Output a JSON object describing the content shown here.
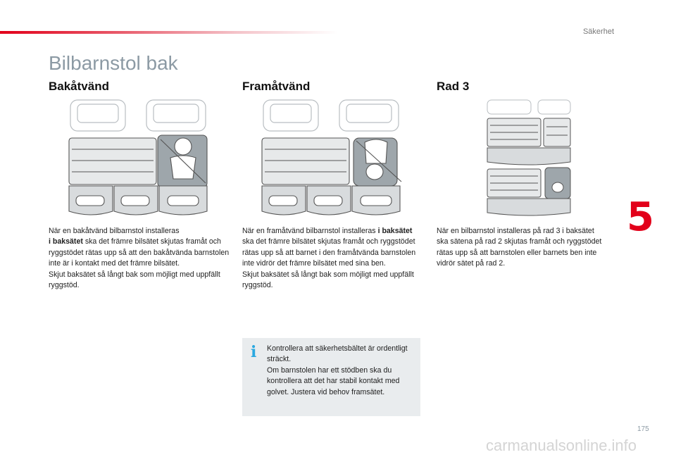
{
  "header": {
    "section_label": "Säkerhet",
    "page_title": "Bilbarnstol bak",
    "chapter_number": "5",
    "accent_color": "#e2001a"
  },
  "columns": [
    {
      "heading": "Bakåtvänd",
      "text_parts": {
        "p1_pre": "När en bakåtvänd bilbarnstol installeras",
        "p1_bold": "i baksätet",
        "p1_post": "ska det främre bilsätet skjutas framåt och ryggstödet rätas upp så att den bakåtvända barnstolen inte är i kontakt med det främre bilsätet.",
        "p2": "Skjut baksätet så långt bak som möjligt med uppfällt ryggstöd."
      }
    },
    {
      "heading": "Framåtvänd",
      "text_parts": {
        "p1_pre": "När en framåtvänd bilbarnstol installeras",
        "p1_bold": "i baksätet",
        "p1_post": "ska det främre bilsätet skjutas framåt och ryggstödet rätas upp så att barnet i den framåtvända barnstolen inte vidrör det främre bilsätet med sina ben.",
        "p2": "Skjut baksätet så långt bak som möjligt med uppfällt ryggstöd."
      }
    },
    {
      "heading": "Rad 3",
      "text_parts": {
        "p1": "När en bilbarnstol installeras på rad 3 i baksätet ska sätena på rad 2 skjutas framåt och ryggstödet rätas upp så att barnstolen eller barnets ben inte vidrör sätet på rad 2."
      }
    }
  ],
  "info_box": {
    "icon": "info-icon",
    "icon_color": "#2aa8e0",
    "line1": "Kontrollera att säkerhetsbältet är ordentligt sträckt.",
    "line2": "Om barnstolen har ett stödben ska du kontrollera att det har stabil kontakt med golvet. Justera vid behov framsätet."
  },
  "footer": {
    "page_number": "175",
    "watermark": "carmanualsonline.info"
  }
}
